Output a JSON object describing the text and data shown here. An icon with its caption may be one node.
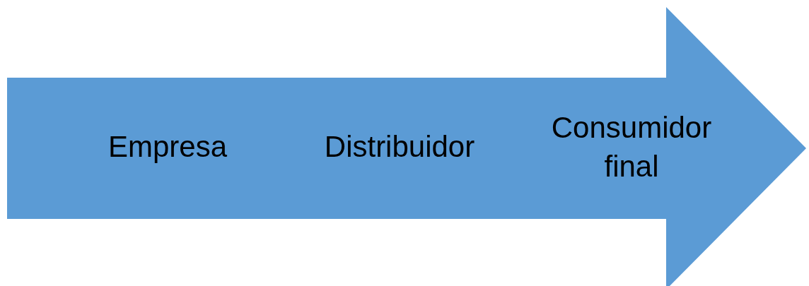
{
  "diagram": {
    "nodes": [
      {
        "text": [
          "Empresa",
          "Distribuidor",
          "Consumidor final"
        ]
      }
    ]
  }
}
